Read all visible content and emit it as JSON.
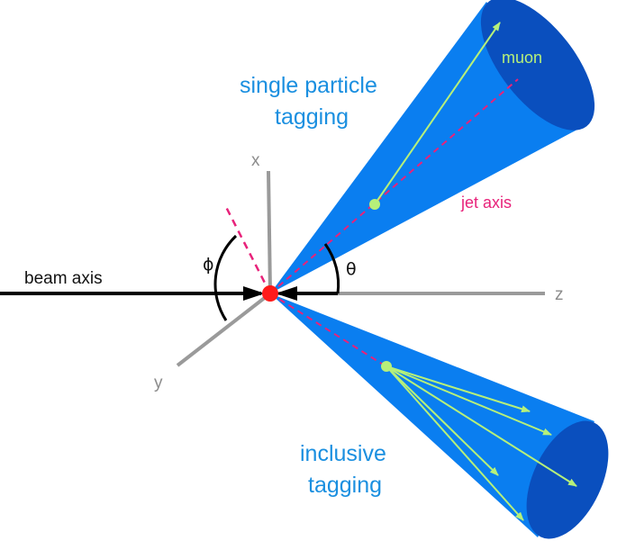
{
  "labels": {
    "beam_axis": "beam axis",
    "z_axis": "z",
    "x_axis": "x",
    "y_axis": "y",
    "phi": "ϕ",
    "theta": "θ",
    "jet_axis": "jet axis",
    "muon": "muon",
    "single_particle_line1": "single particle",
    "single_particle_line2": "tagging",
    "inclusive_line1": "inclusive",
    "inclusive_line2": "tagging"
  },
  "colors": {
    "cone_fill": "#0a7ef0",
    "cone_cap": "#0a4fbe",
    "jet_axis": "#e8227a",
    "track": "#b6f07a",
    "vertex": "#ff1a1a",
    "axis_gray": "#9a9a9a",
    "beam": "#000000",
    "label_blue": "#1a8fe0"
  }
}
